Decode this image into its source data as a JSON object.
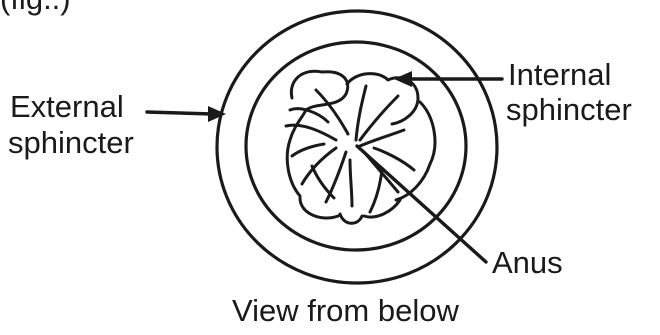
{
  "top_fragment": "(fig..)",
  "labels": {
    "external_line1": "External",
    "external_line2": "sphincter",
    "internal_line1": "Internal",
    "internal_line2": "sphincter",
    "anus": "Anus",
    "caption": "View from below"
  }
}
